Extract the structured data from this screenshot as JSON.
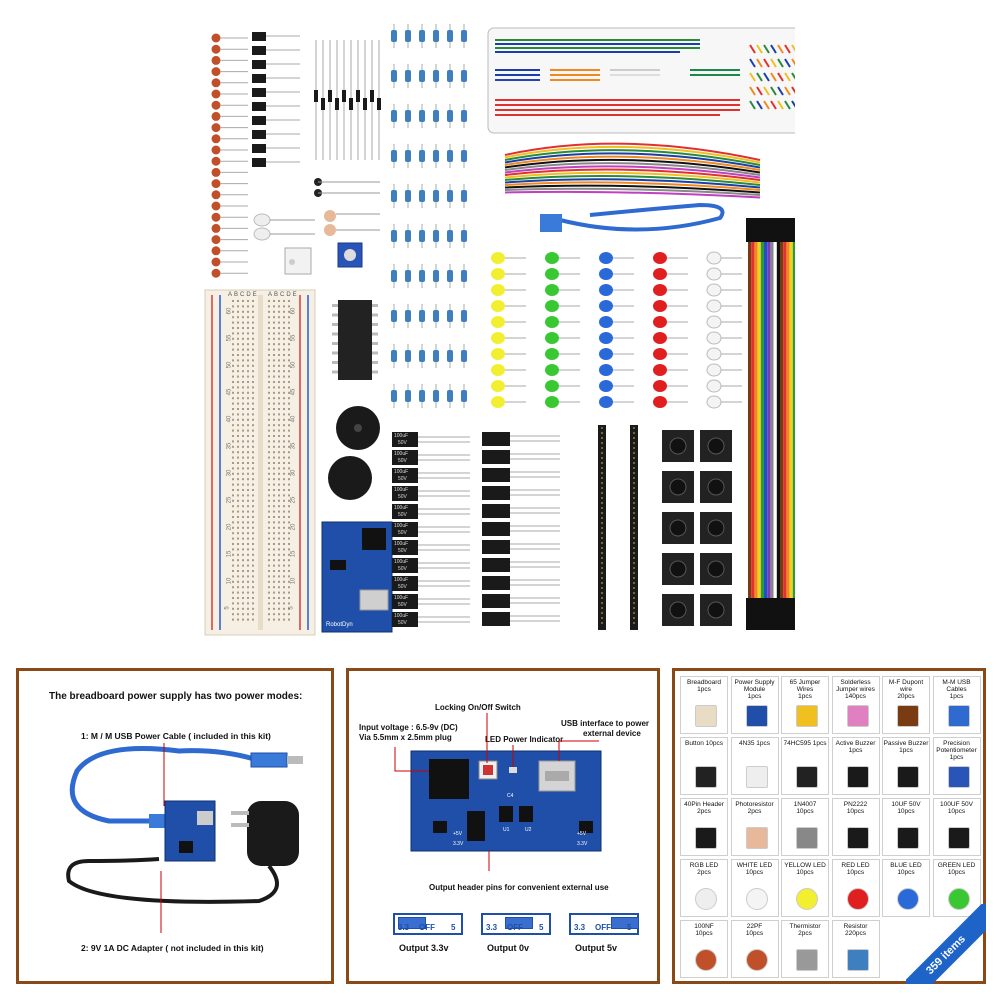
{
  "colors": {
    "panel_border": "#8a4a18",
    "pcb_blue": "#1f4fa8",
    "badge_blue": "#1e63c8",
    "resistor_blue": "#3f7fc0"
  },
  "breadboard": {
    "numbers_left": [
      "60",
      "55",
      "50",
      "45",
      "40",
      "35",
      "30",
      "25",
      "20",
      "15",
      "10",
      "5"
    ],
    "numbers_right": [
      "60",
      "55",
      "50",
      "45",
      "40",
      "35",
      "30",
      "25",
      "20",
      "15",
      "10",
      "5"
    ],
    "top_letters": "ABCDE",
    "module_label": "RobotDyn"
  },
  "component_labels": {
    "capacitor": "100uF 50V",
    "cap_short": "100uF",
    "cap_volt": "50V"
  },
  "panel1": {
    "title": "The breadboard power supply has two power modes:",
    "mode1": "1: M / M USB Power Cable ( included in this kit)",
    "mode2": "2: 9V 1A DC Adapter ( not included in this kit)"
  },
  "panel2": {
    "switch_label": "Locking On/Off Switch",
    "input_voltage": "Input voltage : 6.5-9v (DC)",
    "input_plug": "Via 5.5mm x 2.5mm plug",
    "led_indicator": "LED Power Indicator",
    "usb_interface": "USB interface to power",
    "usb_interface2": "external device",
    "header_pins": "Output header pins for convenient external use",
    "pcb_labels": [
      "C4",
      "U1",
      "U2",
      "+5V",
      "3.3V",
      "3.3V",
      "+5V"
    ],
    "outputs": [
      {
        "caption": "Output 3.3v",
        "left": "3.3",
        "mid": "OFF",
        "right": "5",
        "knob": "left"
      },
      {
        "caption": "Output 0v",
        "left": "3.3",
        "mid": "OFF",
        "right": "5",
        "knob": "middle"
      },
      {
        "caption": "Output 5v",
        "left": "3.3",
        "mid": "OFF",
        "right": "5",
        "knob": "right"
      }
    ]
  },
  "panel3": {
    "badge": "359 items",
    "items": [
      {
        "name": "Breadboard",
        "qty": "1pcs"
      },
      {
        "name": "Power Supply Module",
        "qty": "1pcs"
      },
      {
        "name": "65 Jumper Wires",
        "qty": "1pcs"
      },
      {
        "name": "Solderless Jumper wires 140pcs",
        "qty": ""
      },
      {
        "name": "M-F Dupont wire",
        "qty": "20pcs"
      },
      {
        "name": "M-M USB Cables",
        "qty": "1pcs"
      },
      {
        "name": "Button 10pcs",
        "qty": ""
      },
      {
        "name": "4N35 1pcs",
        "qty": ""
      },
      {
        "name": "74HC595 1pcs",
        "qty": ""
      },
      {
        "name": "Active Buzzer",
        "qty": "1pcs"
      },
      {
        "name": "Passive Buzzer",
        "qty": "1pcs"
      },
      {
        "name": "Precision Potentiometer",
        "qty": "1pcs"
      },
      {
        "name": "40Pin Header",
        "qty": "2pcs"
      },
      {
        "name": "Photoresistor",
        "qty": "2pcs"
      },
      {
        "name": "1N4007",
        "qty": "10pcs"
      },
      {
        "name": "PN2222",
        "qty": "10pcs"
      },
      {
        "name": "10UF 50V",
        "qty": "10pcs"
      },
      {
        "name": "100UF 50V",
        "qty": "10pcs"
      },
      {
        "name": "RGB LED",
        "qty": "2pcs"
      },
      {
        "name": "WHITE LED",
        "qty": "10pcs"
      },
      {
        "name": "YELLOW LED",
        "qty": "10pcs"
      },
      {
        "name": "RED LED",
        "qty": "10pcs"
      },
      {
        "name": "BLUE LED",
        "qty": "10pcs"
      },
      {
        "name": "GREEN LED",
        "qty": "10pcs"
      },
      {
        "name": "100NF",
        "qty": "10pcs"
      },
      {
        "name": "22PF",
        "qty": "10pcs"
      },
      {
        "name": "Thermistor",
        "qty": "2pcs"
      },
      {
        "name": "Resistor",
        "qty": "220pcs"
      }
    ]
  }
}
